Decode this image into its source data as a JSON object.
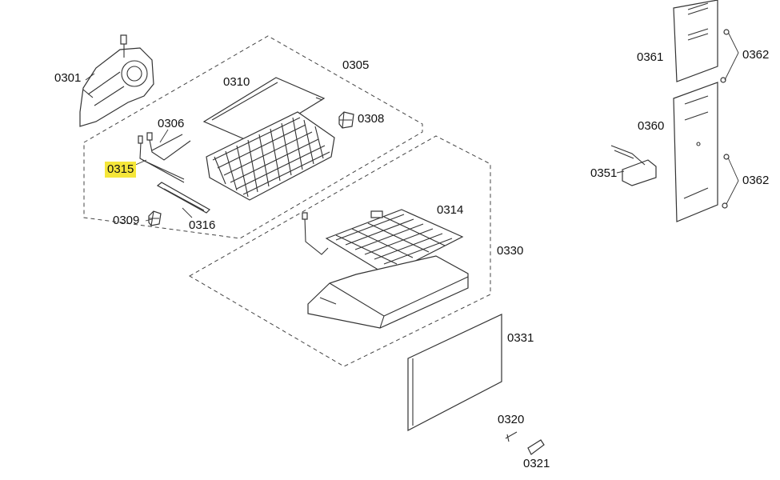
{
  "callouts": [
    {
      "id": "0301",
      "text": "0301",
      "highlight": false
    },
    {
      "id": "0305",
      "text": "0305",
      "highlight": false
    },
    {
      "id": "0306",
      "text": "0306",
      "highlight": false
    },
    {
      "id": "0308",
      "text": "0308",
      "highlight": false
    },
    {
      "id": "0309",
      "text": "0309",
      "highlight": false
    },
    {
      "id": "0310",
      "text": "0310",
      "highlight": false
    },
    {
      "id": "0314",
      "text": "0314",
      "highlight": false
    },
    {
      "id": "0315",
      "text": "0315",
      "highlight": true
    },
    {
      "id": "0316",
      "text": "0316",
      "highlight": false
    },
    {
      "id": "0320",
      "text": "0320",
      "highlight": false
    },
    {
      "id": "0321",
      "text": "0321",
      "highlight": false
    },
    {
      "id": "0330",
      "text": "0330",
      "highlight": false
    },
    {
      "id": "0331",
      "text": "0331",
      "highlight": false
    },
    {
      "id": "0351",
      "text": "0351",
      "highlight": false
    },
    {
      "id": "0360",
      "text": "0360",
      "highlight": false
    },
    {
      "id": "0361",
      "text": "0361",
      "highlight": false
    },
    {
      "id": "0362a",
      "text": "0362",
      "highlight": false
    },
    {
      "id": "0362b",
      "text": "0362",
      "highlight": false
    }
  ],
  "colors": {
    "highlight": "#f5e63a",
    "line": "#333333"
  }
}
